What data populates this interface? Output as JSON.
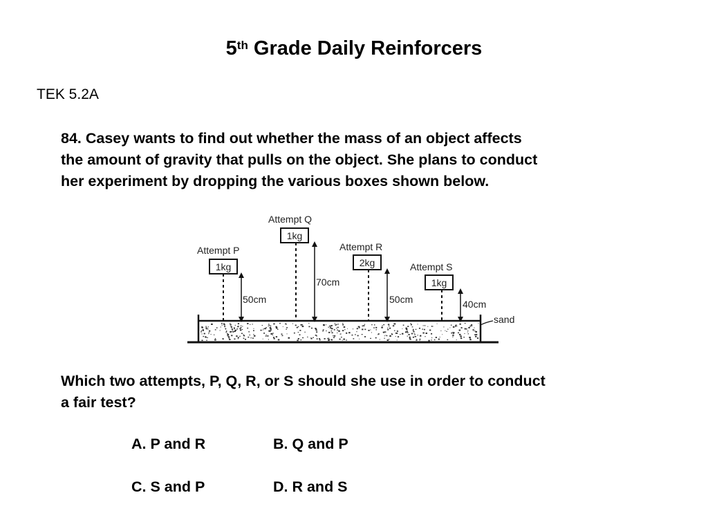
{
  "title": {
    "main": "5",
    "superscript": "th",
    "rest": " Grade Daily Reinforcers"
  },
  "tek_label": "TEK 5.2A",
  "question": {
    "line1": "84. Casey wants to find out whether the mass of an object affects",
    "line2": "the amount of gravity that pulls on the object. She plans to conduct",
    "line3": "her experiment by dropping the various boxes shown below."
  },
  "diagram": {
    "attempts": [
      {
        "label": "Attempt P",
        "mass": "1kg",
        "height": "50cm"
      },
      {
        "label": "Attempt Q",
        "mass": "1kg",
        "height": "70cm"
      },
      {
        "label": "Attempt R",
        "mass": "2kg",
        "height": "50cm"
      },
      {
        "label": "Attempt S",
        "mass": "1kg",
        "height": "40cm"
      }
    ],
    "ground_label": "sand"
  },
  "prompt": {
    "line1": "Which two attempts, P, Q, R, or S should she use in order to conduct",
    "line2": "a fair test?"
  },
  "choices": {
    "a": "A. P and R",
    "b": "B. Q and P",
    "c": "C. S and P",
    "d": "D. R and S"
  }
}
